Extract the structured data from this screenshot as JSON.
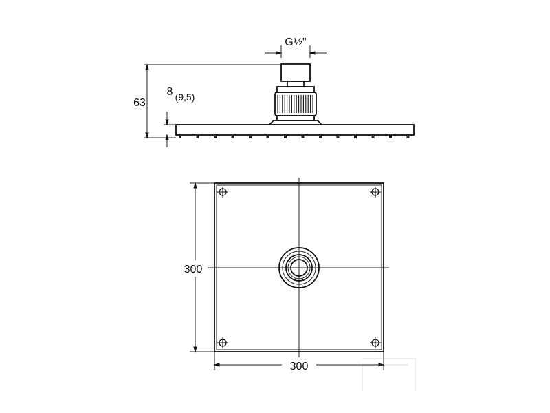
{
  "side_view": {
    "thread_label": "G½\"",
    "height_label": "63",
    "thickness_label": "8",
    "thickness_alt_label": "(9,5)"
  },
  "top_view": {
    "height_label": "300",
    "width_label": "300"
  },
  "colors": {
    "line": "#222222",
    "background": "#ffffff"
  }
}
